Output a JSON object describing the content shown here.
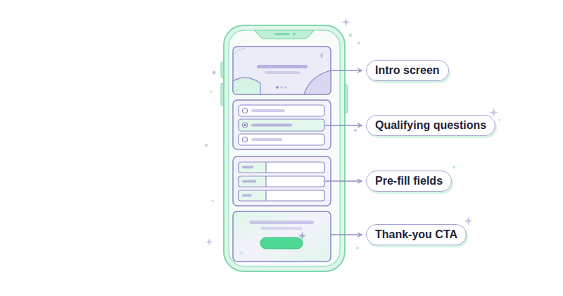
{
  "diagram": {
    "nodes": [
      {
        "text": [
          "Intro screen"
        ]
      },
      {
        "text": [
          "Qualifying questions"
        ]
      },
      {
        "text": [
          "Pre-fill fields"
        ]
      },
      {
        "text": [
          "Thank-you CTA"
        ]
      }
    ]
  }
}
